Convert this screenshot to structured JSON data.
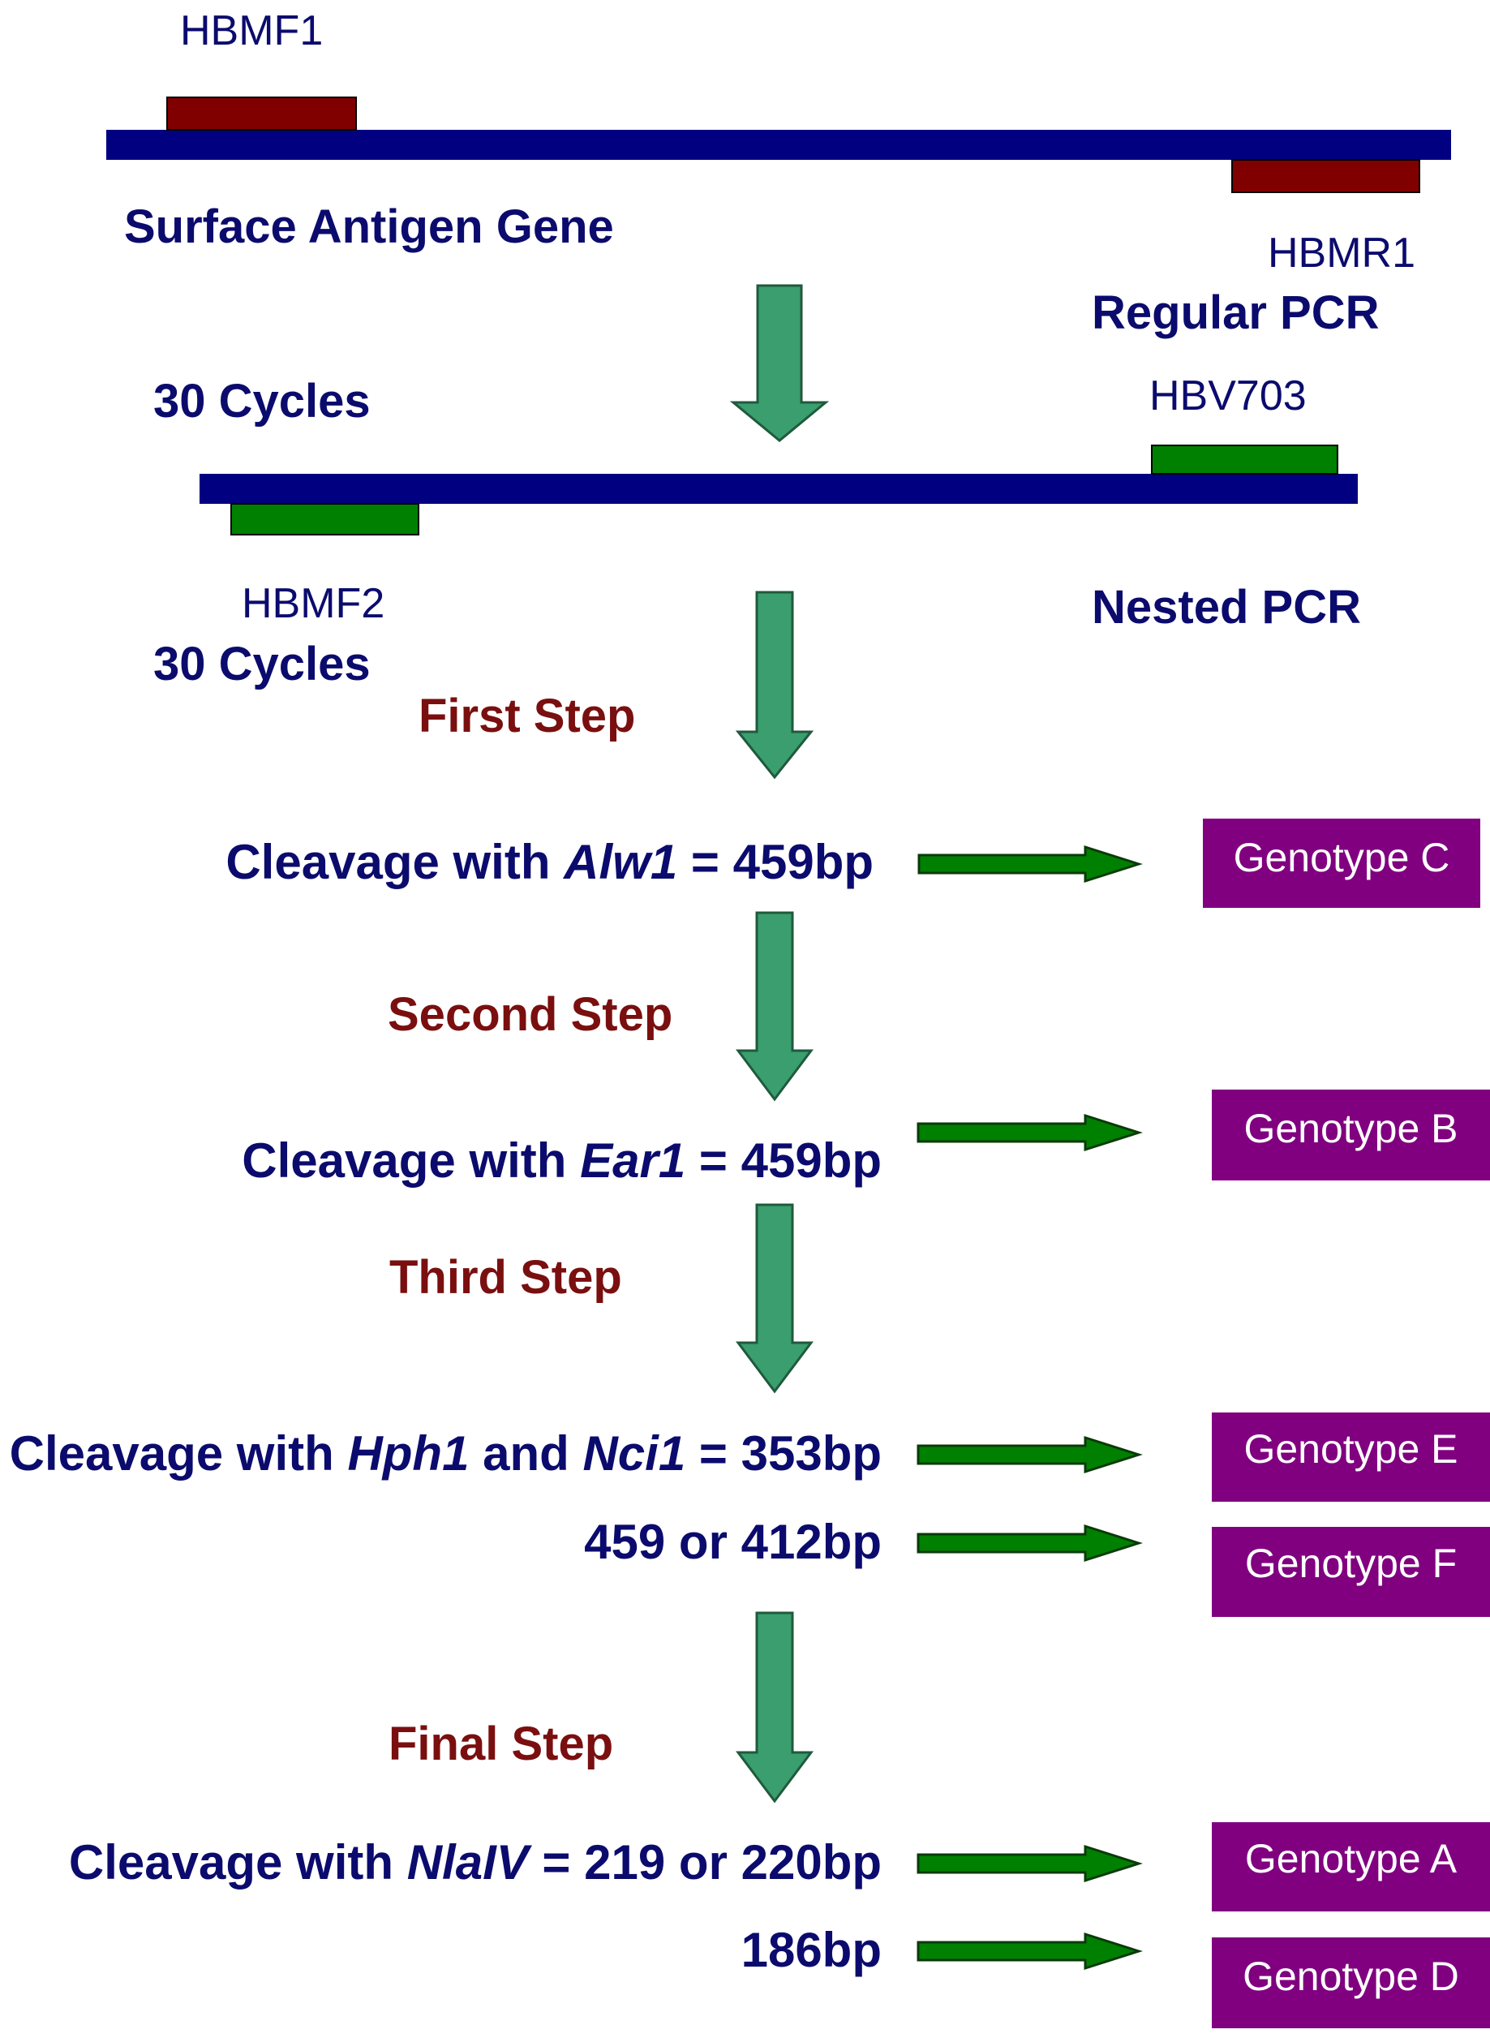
{
  "primers": {
    "hbmf1": "HBMF1",
    "hbmr1": "HBMR1",
    "hbv703": "HBV703",
    "hbmf2": "HBMF2"
  },
  "labels": {
    "gene": "Surface Antigen Gene",
    "regular_pcr": "Regular PCR",
    "cycles_1": "30 Cycles",
    "nested_pcr": "Nested PCR",
    "cycles_2": "30 Cycles"
  },
  "steps": {
    "first": "First Step",
    "second": "Second Step",
    "third": "Third Step",
    "final": "Final Step"
  },
  "cleavages": {
    "c1": {
      "prefix": "Cleavage with ",
      "enzyme": "Alw1",
      "suffix": " = 459bp"
    },
    "c2": {
      "prefix": "Cleavage with ",
      "enzyme": "Ear1",
      "suffix": " = 459bp"
    },
    "c3": {
      "prefix": "Cleavage with ",
      "enzyme": "Hph1",
      "middle": " and ",
      "enzyme2": "Nci1",
      "suffix": " = 353bp"
    },
    "c3b": "459 or 412bp",
    "c4": {
      "prefix": "Cleavage with ",
      "enzyme": "NlaIV",
      "suffix": " = 219 or 220bp"
    },
    "c4b": "186bp"
  },
  "genotypes": {
    "c": "Genotype C",
    "b": "Genotype B",
    "e": "Genotype E",
    "f": "Genotype F",
    "a": "Genotype A",
    "d": "Genotype D"
  },
  "colors": {
    "strand": "#000080",
    "outer_primer": "#800000",
    "inner_primer": "#008000",
    "down_arrow": "#3a9e6e",
    "right_arrow": "#008000",
    "genotype_box": "#800080",
    "label_text": "#0b0b6e",
    "step_text": "#7a0f0f"
  }
}
